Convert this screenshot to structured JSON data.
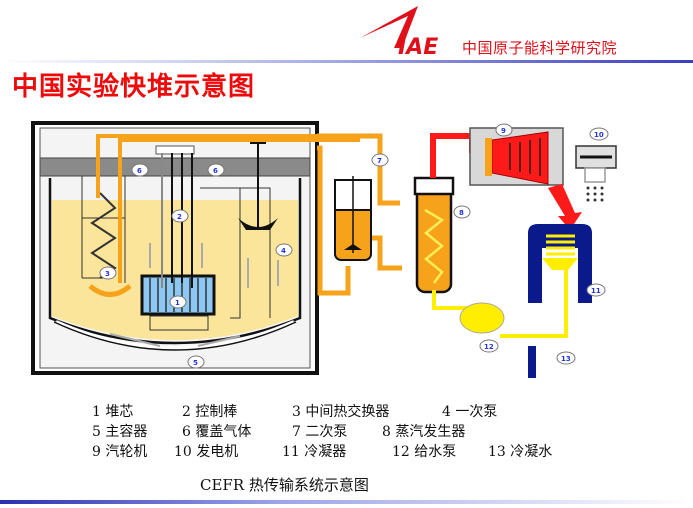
{
  "header": {
    "logo_text": "IAE",
    "institution": "中国原子能科学研究院",
    "title": "中国实验快堆示意图"
  },
  "colors": {
    "title_red": "#ee0a0a",
    "primary_sodium": "#f7a21b",
    "pool_sodium": "#fbe59a",
    "steam": "#ff1a1a",
    "feedwater": "#ffee00",
    "condenser": "#0a1a8a",
    "core": "#8ec8f0",
    "cover_gas": "#8a8a8a",
    "header_line": "#3a3fc0"
  },
  "diagram": {
    "markers": [
      "1",
      "2",
      "3",
      "4",
      "5",
      "6",
      "6",
      "7",
      "8",
      "9",
      "10",
      "11",
      "12",
      "13"
    ]
  },
  "legend": {
    "items": [
      {
        "num": "1",
        "label": "堆芯"
      },
      {
        "num": "2",
        "label": "控制棒"
      },
      {
        "num": "3",
        "label": "中间热交换器"
      },
      {
        "num": "4",
        "label": "一次泵"
      },
      {
        "num": "5",
        "label": "主容器"
      },
      {
        "num": "6",
        "label": "覆盖气体"
      },
      {
        "num": "7",
        "label": "二次泵"
      },
      {
        "num": "8",
        "label": "蒸汽发生器"
      },
      {
        "num": "9",
        "label": "汽轮机"
      },
      {
        "num": "10",
        "label": "发电机"
      },
      {
        "num": "11",
        "label": "冷凝器"
      },
      {
        "num": "12",
        "label": "给水泵"
      },
      {
        "num": "13",
        "label": "冷凝水"
      }
    ]
  },
  "caption": "CEFR 热传输系统示意图"
}
